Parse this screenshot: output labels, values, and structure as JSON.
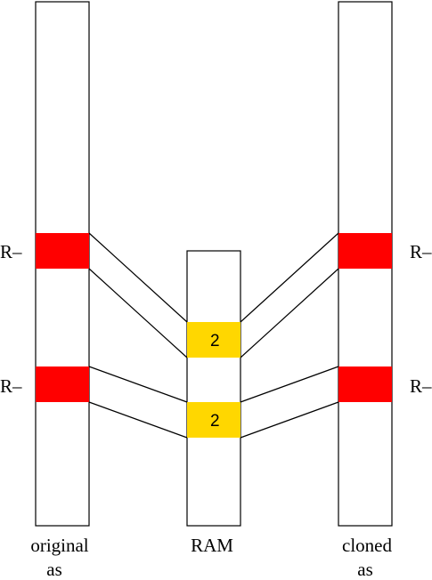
{
  "labels": {
    "original_line1": "original",
    "original_line2": "as",
    "ram": "RAM",
    "cloned_line1": "cloned",
    "cloned_line2": "as",
    "readonly_marker": "R–"
  },
  "ram_pages": [
    {
      "count": "2"
    },
    {
      "count": "2"
    }
  ],
  "colors": {
    "mapped_page": "#ff0000",
    "shared_page": "#ffd700",
    "outline": "#000000",
    "background": "#ffffff"
  }
}
